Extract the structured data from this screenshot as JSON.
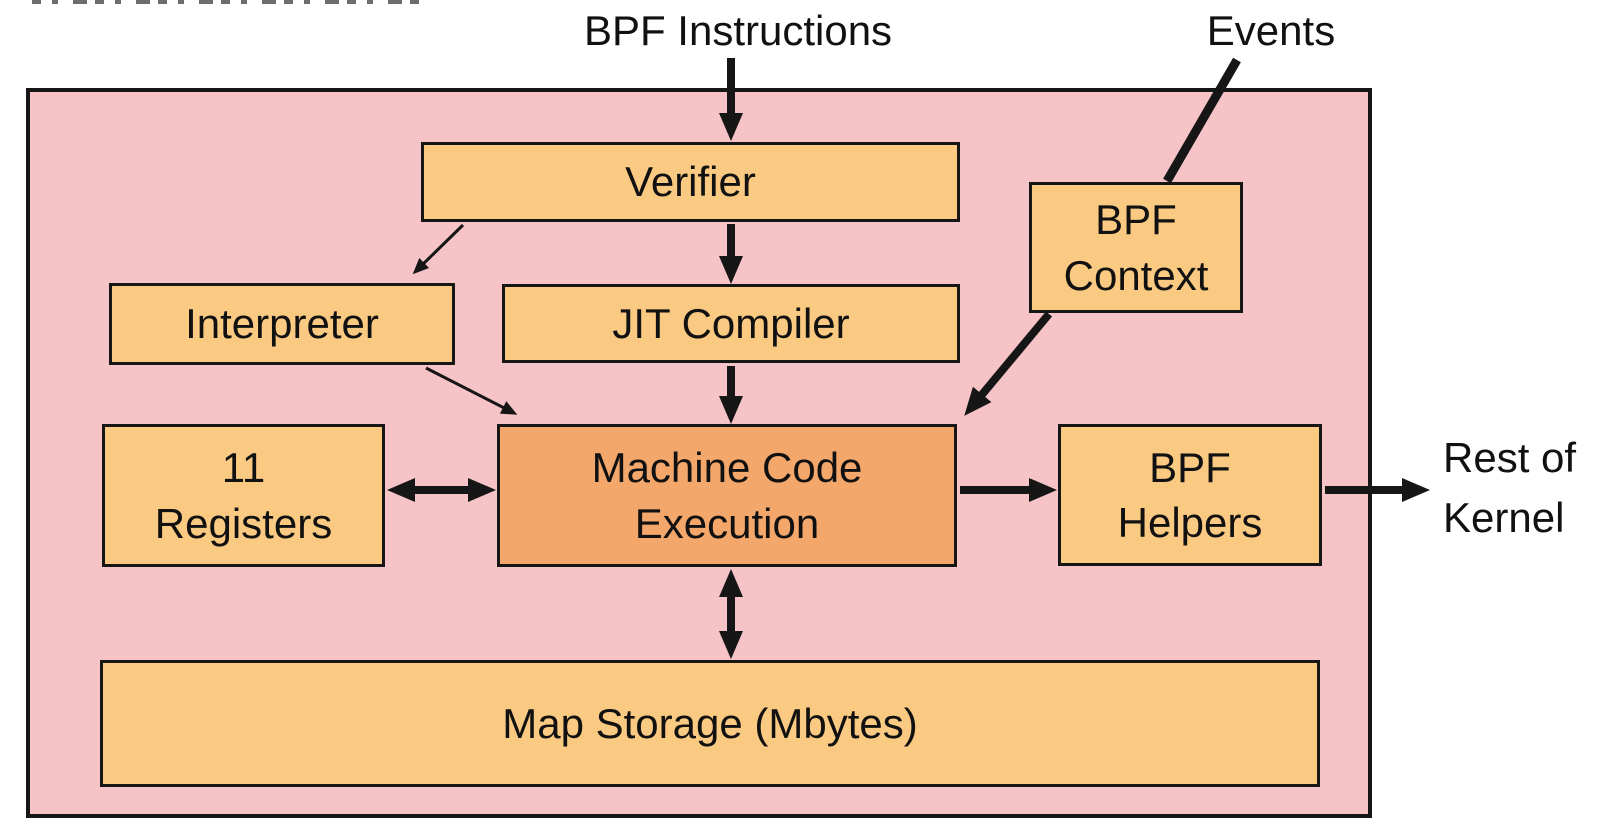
{
  "colors": {
    "background": "#FFFFFF",
    "kernel-fill": "#F6C3C6",
    "node-fill": "#FBCA82",
    "highlight-fill": "#F4A76B",
    "line": "#161616",
    "text": "#111111"
  },
  "labels": {
    "bpf_instructions": "BPF Instructions",
    "events": "Events",
    "rest_of_kernel": [
      "Rest of",
      "Kernel"
    ]
  },
  "nodes": {
    "verifier": {
      "lines": [
        "Verifier"
      ]
    },
    "interpreter": {
      "lines": [
        "Interpreter"
      ]
    },
    "jit_compiler": {
      "lines": [
        "JIT Compiler"
      ]
    },
    "bpf_context": {
      "lines": [
        "BPF",
        "Context"
      ]
    },
    "registers": {
      "lines": [
        "11",
        "Registers"
      ]
    },
    "machine_code_execution": {
      "lines": [
        "Machine Code",
        "Execution"
      ]
    },
    "bpf_helpers": {
      "lines": [
        "BPF",
        "Helpers"
      ]
    },
    "map_storage": {
      "lines": [
        "Map Storage (Mbytes)"
      ]
    }
  }
}
